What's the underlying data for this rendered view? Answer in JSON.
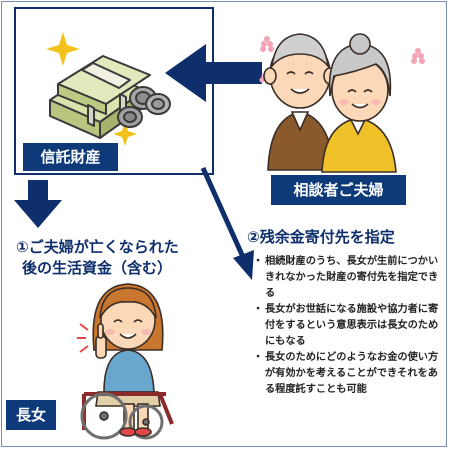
{
  "labels": {
    "trust_property": "信託財産",
    "couple": "相談者ご夫婦",
    "daughter": "長女"
  },
  "headings": {
    "living_funds_line1": "①ご夫婦が亡くなられた",
    "living_funds_line2": "後の生活資金（含む）",
    "remaining_assets": "②残余金寄付先を指定"
  },
  "bullets": [
    "相続財産のうち、長女が生前につかいきれなかった財産の寄付先を指定できる",
    "長女がお世話になる施設や協力者に寄付をするという意思表示は長女のためにもなる",
    "長女のためにどのようなお金の使い方が有効かを考えることができそれをある程度託すことも可能"
  ],
  "colors": {
    "navy": "#0e3a7a",
    "arrow_navy": "#0e2f6c",
    "sparkle_yellow": "#f2c21a",
    "money_green": "#c9d79a",
    "coin_gray": "#9a9a9a"
  }
}
